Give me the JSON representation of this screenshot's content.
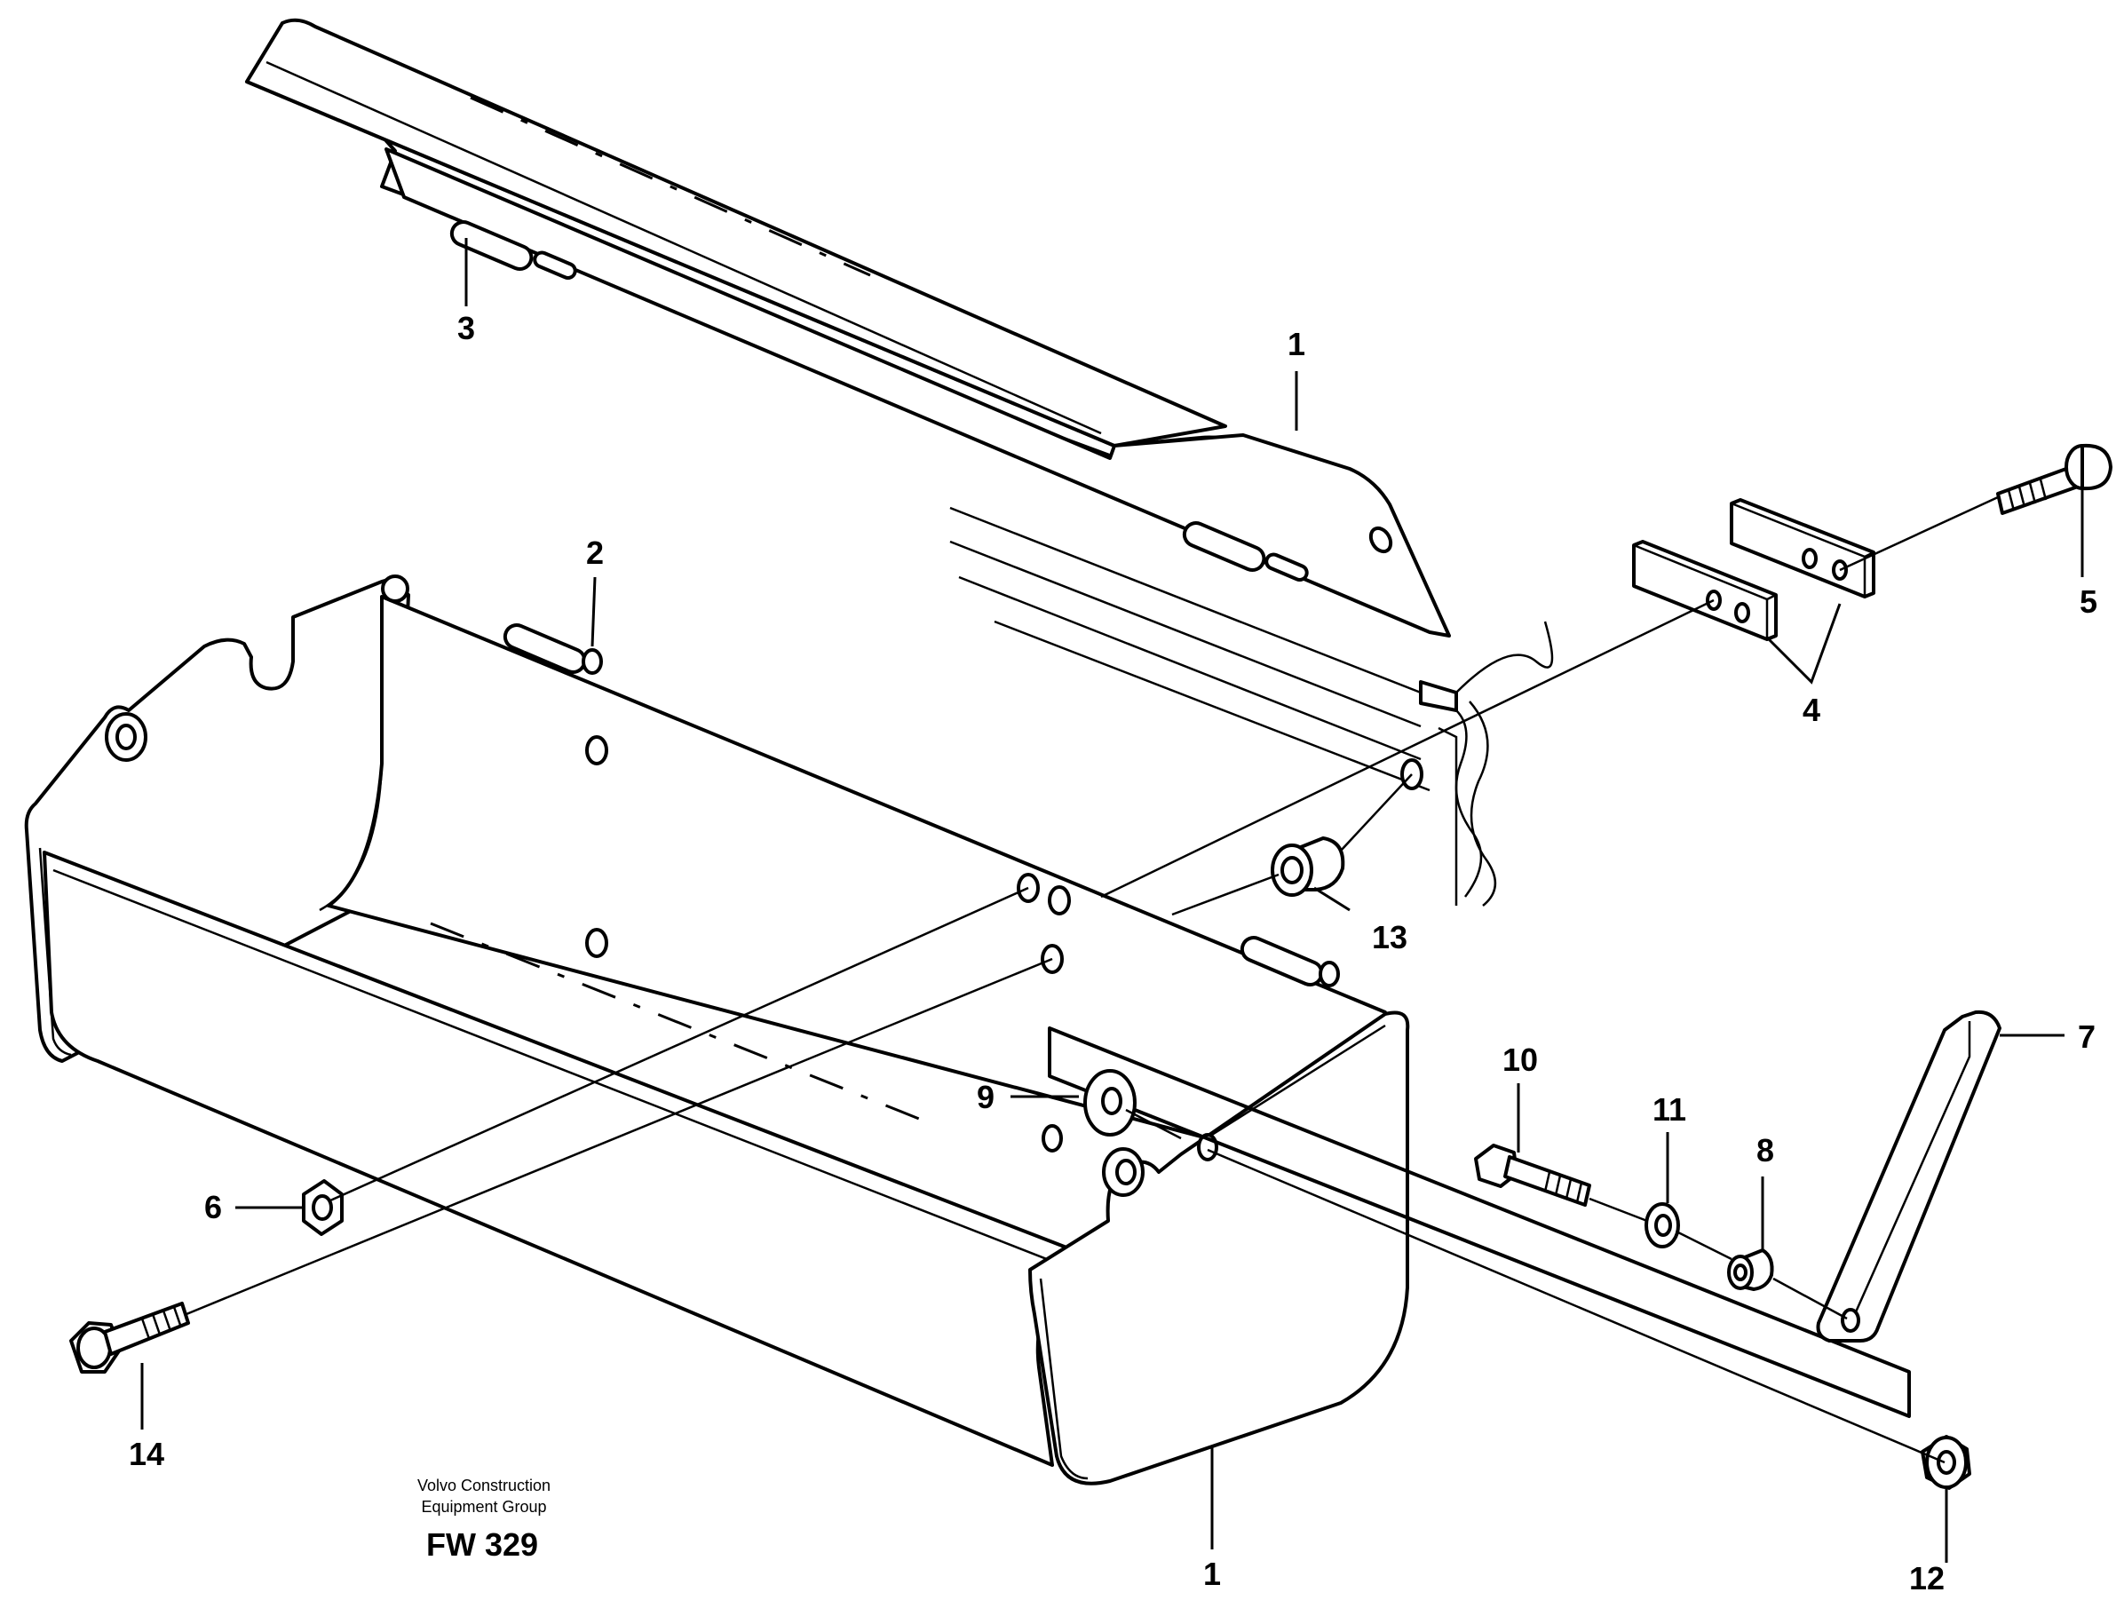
{
  "caption": {
    "line1": "Volvo Construction",
    "line2": "Equipment Group",
    "code": "FW 329"
  },
  "callouts": {
    "c1_top": "1",
    "c1_bottom": "1",
    "c2": "2",
    "c3": "3",
    "c4": "4",
    "c5": "5",
    "c6": "6",
    "c7": "7",
    "c8": "8",
    "c9": "9",
    "c10": "10",
    "c11": "11",
    "c12": "12",
    "c13": "13",
    "c14": "14"
  }
}
